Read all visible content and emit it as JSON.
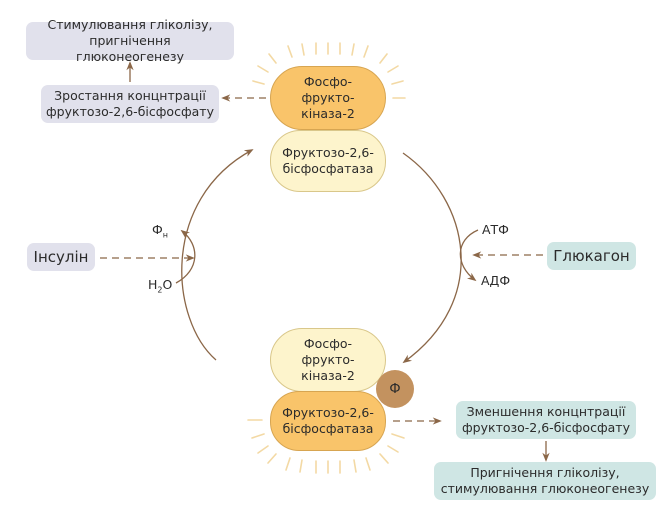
{
  "outcomes": {
    "top_effect": "Стимулювання гліколізу, пригнічення глюконеогенезу",
    "top_concentration": "Зростання концнтрації фруктозо-2,6-бісфосфату",
    "bottom_concentration": "Зменшення концнтрації фруктозо-2,6-бісфосфату",
    "bottom_effect": "Пригнічення гліколізу, стимулювання глюконеогенезу"
  },
  "top_enzyme": {
    "kinase_label": "Фосфо-фрукто-кіназа-2",
    "kinase_lines": [
      "Фосфо-",
      "фрукто-",
      "кіназа-2"
    ],
    "phosphatase_lines": [
      "Фруктозо-2,6-",
      "бісфосфатаза"
    ],
    "active_domain": "kinase"
  },
  "bottom_enzyme": {
    "kinase_lines": [
      "Фосфо-",
      "фрукто-",
      "кіназа-2"
    ],
    "phosphatase_lines": [
      "Фруктозо-2,6-",
      "бісфосфатаза"
    ],
    "active_domain": "phosphatase",
    "phosphate_label": "Ф"
  },
  "signals": {
    "insulin": "Інсулін",
    "glucagon": "Глюкагон"
  },
  "left_reaction": {
    "product_main": "Ф",
    "product_sub": "н",
    "reactant_h": "H",
    "reactant_sub": "2",
    "reactant_o": "O"
  },
  "right_reaction": {
    "reactant": "АТФ",
    "product": "АДФ"
  },
  "colors": {
    "arrow": "#8b6748",
    "active_enzyme": "#f9c46a",
    "inactive_enzyme": "#fdf4cc",
    "phosphate": "#c3925f",
    "insulin_box": "#e1e1ec",
    "glucagon_box": "#cfe6e4",
    "rays": "#f3d9a4"
  }
}
